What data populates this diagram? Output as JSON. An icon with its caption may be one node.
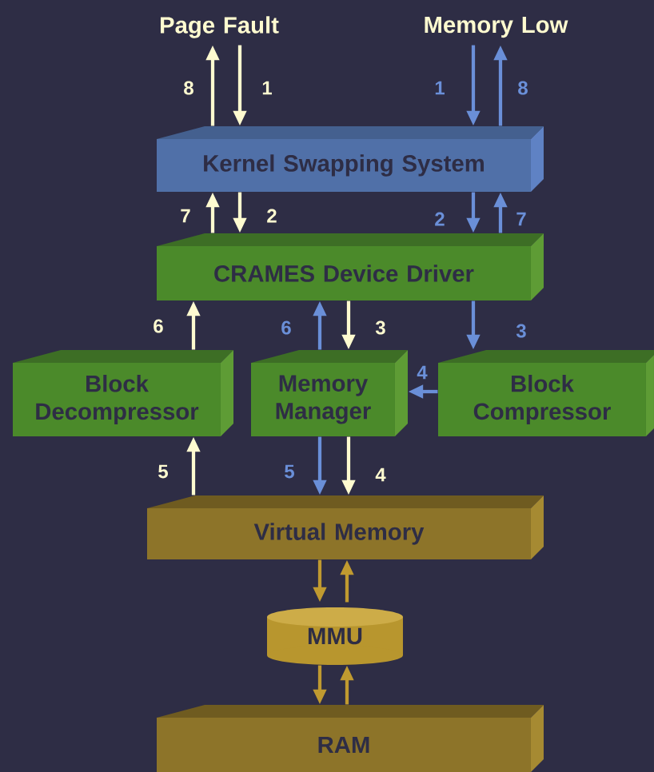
{
  "diagram": {
    "nodes": [
      {
        "text": [
          "Page Fault"
        ]
      },
      {
        "text": [
          "Memory Low"
        ]
      },
      {
        "text": [
          "Kernel Swapping System"
        ]
      },
      {
        "text": [
          "CRAMES Device Driver"
        ]
      },
      {
        "text": [
          "Block Decompressor"
        ]
      },
      {
        "text": [
          "Memory Manager"
        ]
      },
      {
        "text": [
          "Block Compressor"
        ]
      },
      {
        "text": [
          "Virtual Memory"
        ]
      },
      {
        "text": [
          "MMU"
        ]
      },
      {
        "text": [
          "RAM"
        ]
      }
    ],
    "edges": [
      {
        "from": 2,
        "to": 0,
        "arrow": "to",
        "label": "8"
      },
      {
        "from": 0,
        "to": 2,
        "arrow": "to",
        "label": "1"
      },
      {
        "from": 1,
        "to": 2,
        "arrow": "to",
        "label": "1",
        "color": "#6a8fd8"
      },
      {
        "from": 2,
        "to": 1,
        "arrow": "to",
        "label": "8",
        "color": "#6a8fd8"
      },
      {
        "from": 3,
        "to": 2,
        "arrow": "to",
        "label": "7"
      },
      {
        "from": 2,
        "to": 3,
        "arrow": "to",
        "label": "2"
      },
      {
        "from": 2,
        "to": 3,
        "arrow": "to",
        "label": "2",
        "color": "#6a8fd8"
      },
      {
        "from": 3,
        "to": 2,
        "arrow": "to",
        "label": "7",
        "color": "#6a8fd8"
      },
      {
        "from": 4,
        "to": 3,
        "arrow": "to",
        "label": "6"
      },
      {
        "from": 5,
        "to": 3,
        "arrow": "to",
        "label": "6",
        "color": "#6a8fd8"
      },
      {
        "from": 3,
        "to": 5,
        "arrow": "to",
        "label": "3"
      },
      {
        "from": 3,
        "to": 6,
        "arrow": "to",
        "label": "3",
        "color": "#6a8fd8"
      },
      {
        "from": 6,
        "to": 5,
        "arrow": "to",
        "label": "4",
        "color": "#6a8fd8"
      },
      {
        "from": 7,
        "to": 4,
        "arrow": "to",
        "label": "5"
      },
      {
        "from": 5,
        "to": 7,
        "arrow": "to",
        "label": "5",
        "color": "#6a8fd8"
      },
      {
        "from": 5,
        "to": 7,
        "arrow": "to",
        "label": "4"
      },
      {
        "from": 7,
        "to": 8,
        "arrow": "to",
        "color": "#c09a30"
      },
      {
        "from": 8,
        "to": 7,
        "arrow": "to",
        "color": "#c09a30"
      },
      {
        "from": 8,
        "to": 9,
        "arrow": "to",
        "color": "#c09a30"
      },
      {
        "from": 9,
        "to": 8,
        "arrow": "to",
        "color": "#c09a30"
      }
    ]
  }
}
